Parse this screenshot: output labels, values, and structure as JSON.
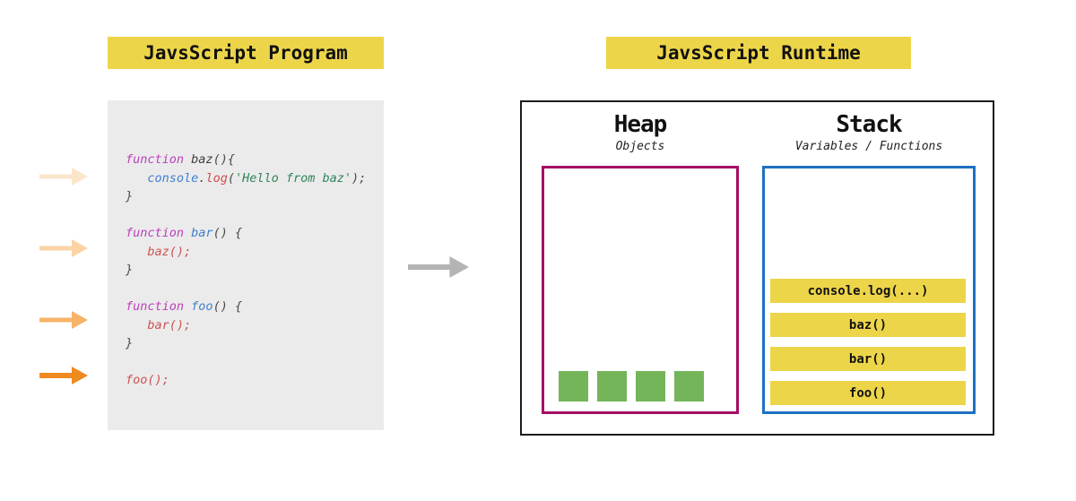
{
  "titles": {
    "program": "JavsScript Program",
    "runtime": "JavsScript Runtime"
  },
  "colors": {
    "title_yellow": "#edd54a",
    "code_panel_bg": "#ebebeb",
    "runtime_border": "#1b1b1b",
    "heap_border": "#a50d64",
    "stack_border": "#1e71c2",
    "transform_arrow_gray": "#b4b4b4"
  },
  "code": {
    "token_colors": {
      "kw": "#bc3fbc",
      "name": "#3d3d3d",
      "decl": "#3f7fd0",
      "obj": "#3f7fd0",
      "fn": "#d24b4b",
      "str": "#2f855a",
      "call": "#cd5252",
      "p": "#4a4a4a"
    },
    "lines": [
      [
        {
          "t": "function",
          "c": "kw"
        },
        {
          "t": " ",
          "c": "p"
        },
        {
          "t": "baz",
          "c": "name"
        },
        {
          "t": "(){",
          "c": "p"
        }
      ],
      [
        {
          "t": "   ",
          "c": "p"
        },
        {
          "t": "console",
          "c": "obj"
        },
        {
          "t": ".",
          "c": "p"
        },
        {
          "t": "log",
          "c": "fn"
        },
        {
          "t": "(",
          "c": "p"
        },
        {
          "t": "'Hello from baz'",
          "c": "str"
        },
        {
          "t": ");",
          "c": "p"
        }
      ],
      [
        {
          "t": "}",
          "c": "p"
        }
      ],
      [],
      [
        {
          "t": "function",
          "c": "kw"
        },
        {
          "t": " ",
          "c": "p"
        },
        {
          "t": "bar",
          "c": "decl"
        },
        {
          "t": "() {",
          "c": "p"
        }
      ],
      [
        {
          "t": "   ",
          "c": "p"
        },
        {
          "t": "baz();",
          "c": "call"
        }
      ],
      [
        {
          "t": "}",
          "c": "p"
        }
      ],
      [],
      [
        {
          "t": "function",
          "c": "kw"
        },
        {
          "t": " ",
          "c": "p"
        },
        {
          "t": "foo",
          "c": "decl"
        },
        {
          "t": "() {",
          "c": "p"
        }
      ],
      [
        {
          "t": "   ",
          "c": "p"
        },
        {
          "t": "bar();",
          "c": "call"
        }
      ],
      [
        {
          "t": "}",
          "c": "p"
        }
      ],
      [],
      [
        {
          "t": "foo();",
          "c": "call"
        }
      ]
    ]
  },
  "call_arrows": {
    "colors": [
      "#fbe5cb",
      "#fbd3a5",
      "#f7b468",
      "#ef8a1e"
    ],
    "y_centers": [
      197,
      277,
      357,
      419
    ]
  },
  "runtime": {
    "heap": {
      "title": "Heap",
      "subtitle": "Objects",
      "objects_count": 4,
      "object_color": "#74b55a"
    },
    "stack": {
      "title": "Stack",
      "subtitle": "Variables / Functions",
      "frame_color": "#edd54a",
      "frames": [
        "console.log(...)",
        "baz()",
        "bar()",
        "foo()"
      ]
    }
  }
}
